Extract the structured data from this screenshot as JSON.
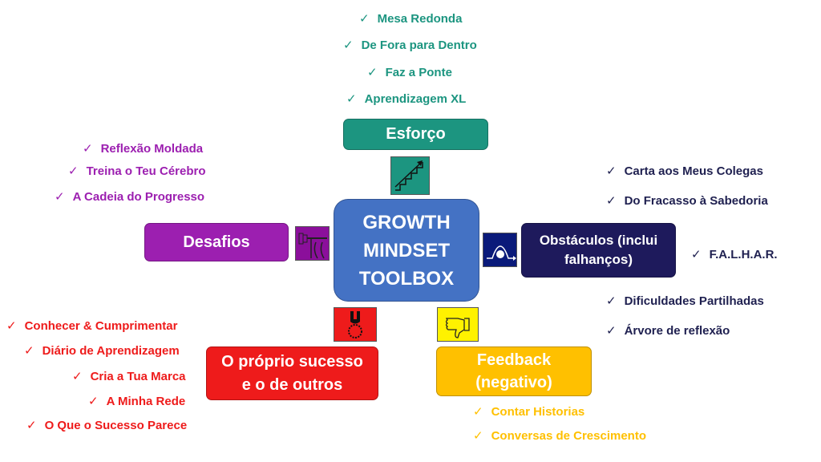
{
  "center": {
    "label_lines": [
      "GROWTH",
      "MINDSET",
      "TOOLBOX"
    ]
  },
  "esforco": {
    "label": "Esforço",
    "items": [
      "Mesa Redonda",
      "De Fora para Dentro",
      "Faz a Ponte",
      "Aprendizagem XL"
    ]
  },
  "desafios": {
    "label": "Desafios",
    "items": [
      "Reflexão Moldada",
      "Treina o Teu Cérebro",
      "A Cadeia do Progresso"
    ]
  },
  "obstaculos": {
    "label_lines": [
      "Obstáculos (inclui",
      "falhanços)"
    ],
    "items": [
      "Carta aos Meus Colegas",
      "Do Fracasso à Sabedoria",
      "F.A.L.H.A.R.",
      "Dificuldades Partilhadas",
      "Árvore de reflexão"
    ]
  },
  "sucesso": {
    "label_lines": [
      "O próprio sucesso",
      "e o de outros"
    ],
    "items": [
      "Conhecer & Cumprimentar",
      "Diário de Aprendizagem",
      "Cria a Tua Marca",
      "A Minha Rede",
      "O Que o Sucesso Parece"
    ]
  },
  "feedback": {
    "label_lines": [
      "Feedback",
      "(negativo)"
    ],
    "items": [
      "Contar Historias",
      "Conversas de Crescimento"
    ]
  },
  "check": "✓",
  "colors": {
    "center": "#4472C4",
    "esforco": "#1C9580",
    "desafios": "#9C1FB0",
    "obstaculos": "#1E1A5C",
    "sucesso": "#EE1B1B",
    "feedback": "#FFC000"
  }
}
